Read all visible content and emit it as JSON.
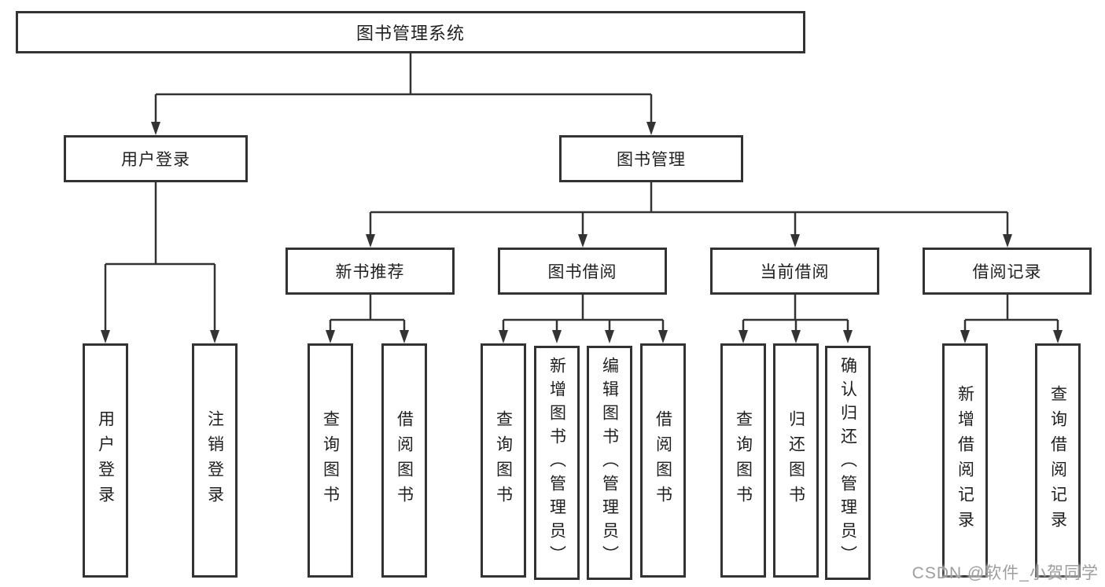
{
  "tree": {
    "root": {
      "label": "图书管理系统",
      "children": [
        {
          "label": "用户登录",
          "children": [
            {
              "label": "用户登录"
            },
            {
              "label": "注销登录"
            }
          ]
        },
        {
          "label": "图书管理",
          "children": [
            {
              "label": "新书推荐",
              "children": [
                {
                  "label": "查询图书"
                },
                {
                  "label": "借阅图书"
                }
              ]
            },
            {
              "label": "图书借阅",
              "children": [
                {
                  "label": "查询图书"
                },
                {
                  "label": "新增图书（管理员）"
                },
                {
                  "label": "编辑图书（管理员）"
                },
                {
                  "label": "借阅图书"
                }
              ]
            },
            {
              "label": "当前借阅",
              "children": [
                {
                  "label": "查询图书"
                },
                {
                  "label": "归还图书"
                },
                {
                  "label": "确认归还（管理员）"
                }
              ]
            },
            {
              "label": "借阅记录",
              "children": [
                {
                  "label": "新增借阅记录"
                },
                {
                  "label": "查询借阅记录"
                }
              ]
            }
          ]
        }
      ]
    }
  },
  "watermark": {
    "text": "CSDN @软件_小贺同学"
  },
  "colors": {
    "line": "#333333",
    "box_border": "#333333",
    "text": "#1f1f1f",
    "background": "#ffffff",
    "watermark": "#9e9e9e"
  }
}
